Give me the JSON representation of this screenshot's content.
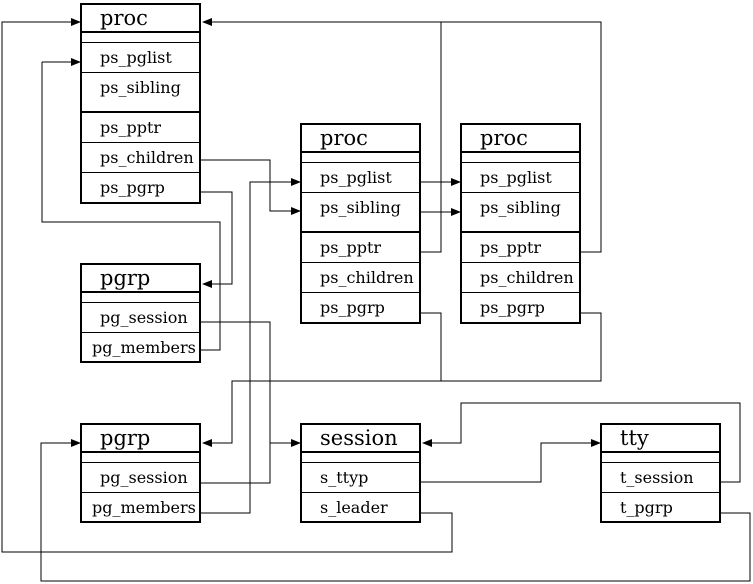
{
  "diagram": {
    "proc_main": {
      "title": "proc",
      "fields": [
        "ps_pglist",
        "ps_sibling",
        "ps_pptr",
        "ps_children",
        "ps_pgrp"
      ]
    },
    "proc_child1": {
      "title": "proc",
      "fields": [
        "ps_pglist",
        "ps_sibling",
        "ps_pptr",
        "ps_children",
        "ps_pgrp"
      ]
    },
    "proc_child2": {
      "title": "proc",
      "fields": [
        "ps_pglist",
        "ps_sibling",
        "ps_pptr",
        "ps_children",
        "ps_pgrp"
      ]
    },
    "pgrp_upper": {
      "title": "pgrp",
      "fields": [
        "pg_session",
        "pg_members"
      ]
    },
    "pgrp_lower": {
      "title": "pgrp",
      "fields": [
        "pg_session",
        "pg_members"
      ]
    },
    "session": {
      "title": "session",
      "fields": [
        "s_ttyp",
        "s_leader"
      ]
    },
    "tty": {
      "title": "tty",
      "fields": [
        "t_session",
        "t_pgrp"
      ]
    },
    "line_color": "#000000"
  }
}
